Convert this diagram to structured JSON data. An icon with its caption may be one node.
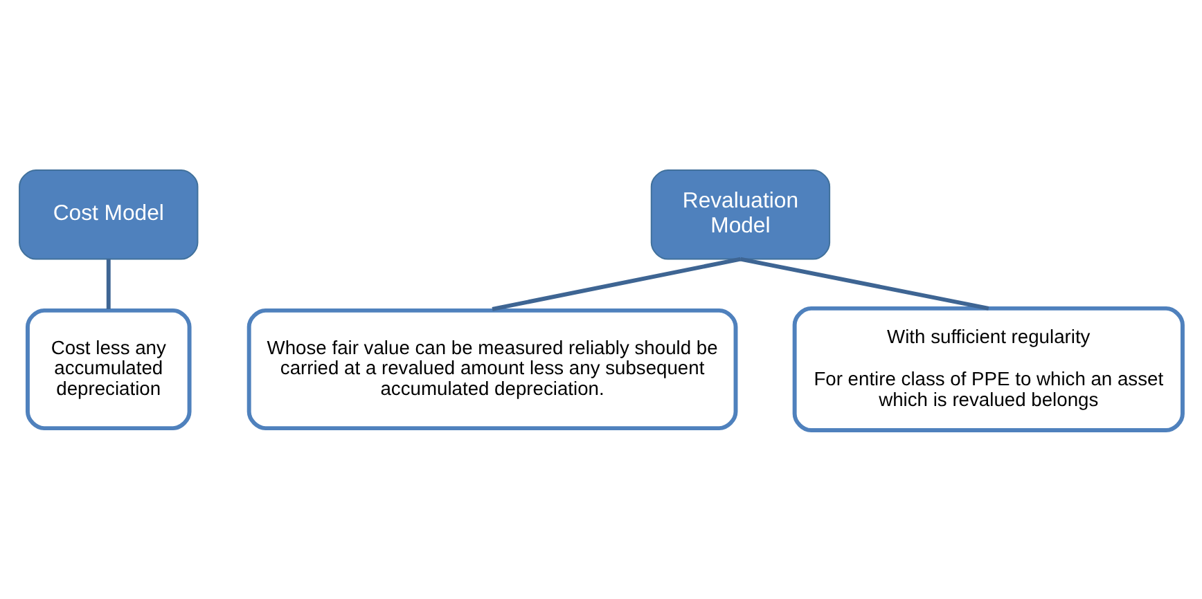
{
  "diagram": {
    "nodes": [
      {
        "text": [
          "Cost Model"
        ]
      },
      {
        "text": [
          "Revaluation Model"
        ]
      },
      {
        "text": [
          "Cost less any accumulated depreciation"
        ]
      },
      {
        "text": [
          "Whose fair value can be measured reliably should be carried at a revalued amount less any subsequent accumulated depreciation."
        ]
      },
      {
        "text": [
          "With sufficient regularity",
          "For entire class of PPE to which an asset which is revalued belongs"
        ]
      }
    ],
    "edges": [
      {
        "from": 0,
        "to": 2,
        "arrow": "none"
      },
      {
        "from": 1,
        "to": 3,
        "arrow": "none"
      },
      {
        "from": 1,
        "to": 4,
        "arrow": "none"
      }
    ]
  }
}
